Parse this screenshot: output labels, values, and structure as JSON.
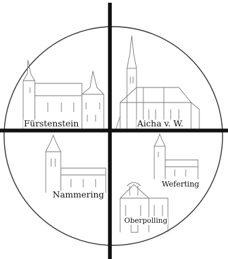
{
  "labels": {
    "fuerstenstein": "Fürstenstein",
    "aicha": "Aicha v. W.",
    "nammering": "Nammering",
    "weferting": "Weferting",
    "oberpolling": "Oberpolling"
  },
  "colors": {
    "ink": "#111111",
    "sketch": "#7a7a7a",
    "background": "#ffffff"
  }
}
